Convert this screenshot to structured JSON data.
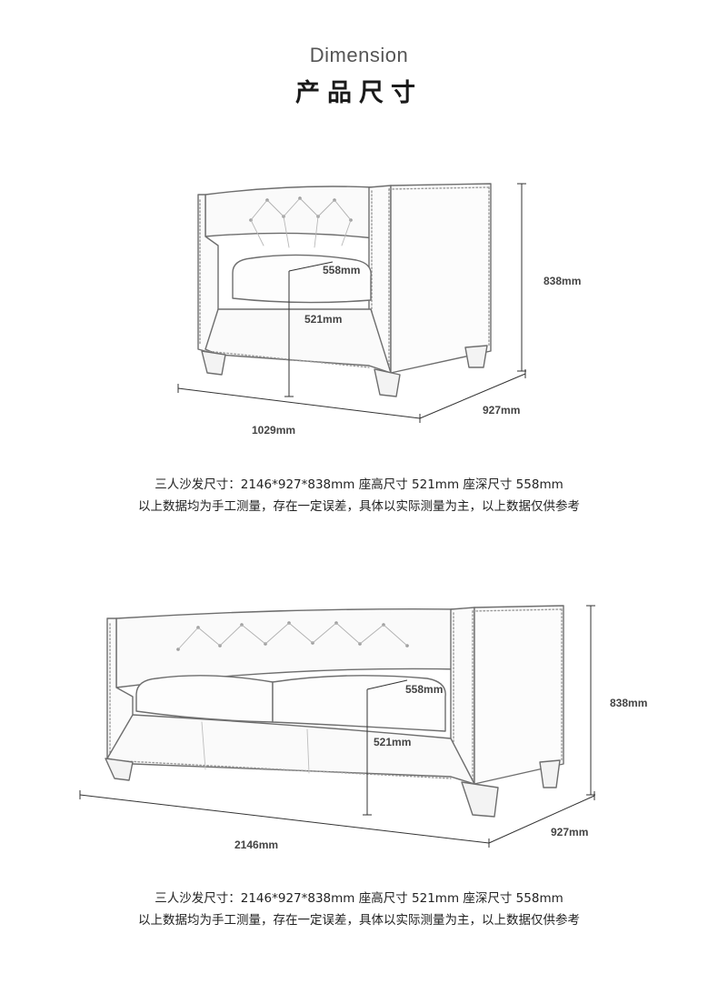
{
  "header": {
    "title_en": "Dimension",
    "title_cn": "产品尺寸"
  },
  "armchair": {
    "width": "1029mm",
    "depth": "927mm",
    "height": "838mm",
    "seat_height": "521mm",
    "seat_depth": "558mm",
    "note_line1": "三人沙发尺寸：2146*927*838mm  座高尺寸 521mm 座深尺寸 558mm",
    "note_line2": "以上数据均为手工测量，存在一定误差，具体以实际测量为主，以上数据仅供参考"
  },
  "sofa": {
    "width": "2146mm",
    "depth": "927mm",
    "height": "838mm",
    "seat_height": "521mm",
    "seat_depth": "558mm",
    "note_line1": "三人沙发尺寸：2146*927*838mm  座高尺寸 521mm 座深尺寸 558mm",
    "note_line2": "以上数据均为手工测量，存在一定误差，具体以实际测量为主，以上数据仅供参考"
  },
  "colors": {
    "sketch_line": "#6e6e6e",
    "dimension_line": "#333333",
    "text": "#222222"
  }
}
